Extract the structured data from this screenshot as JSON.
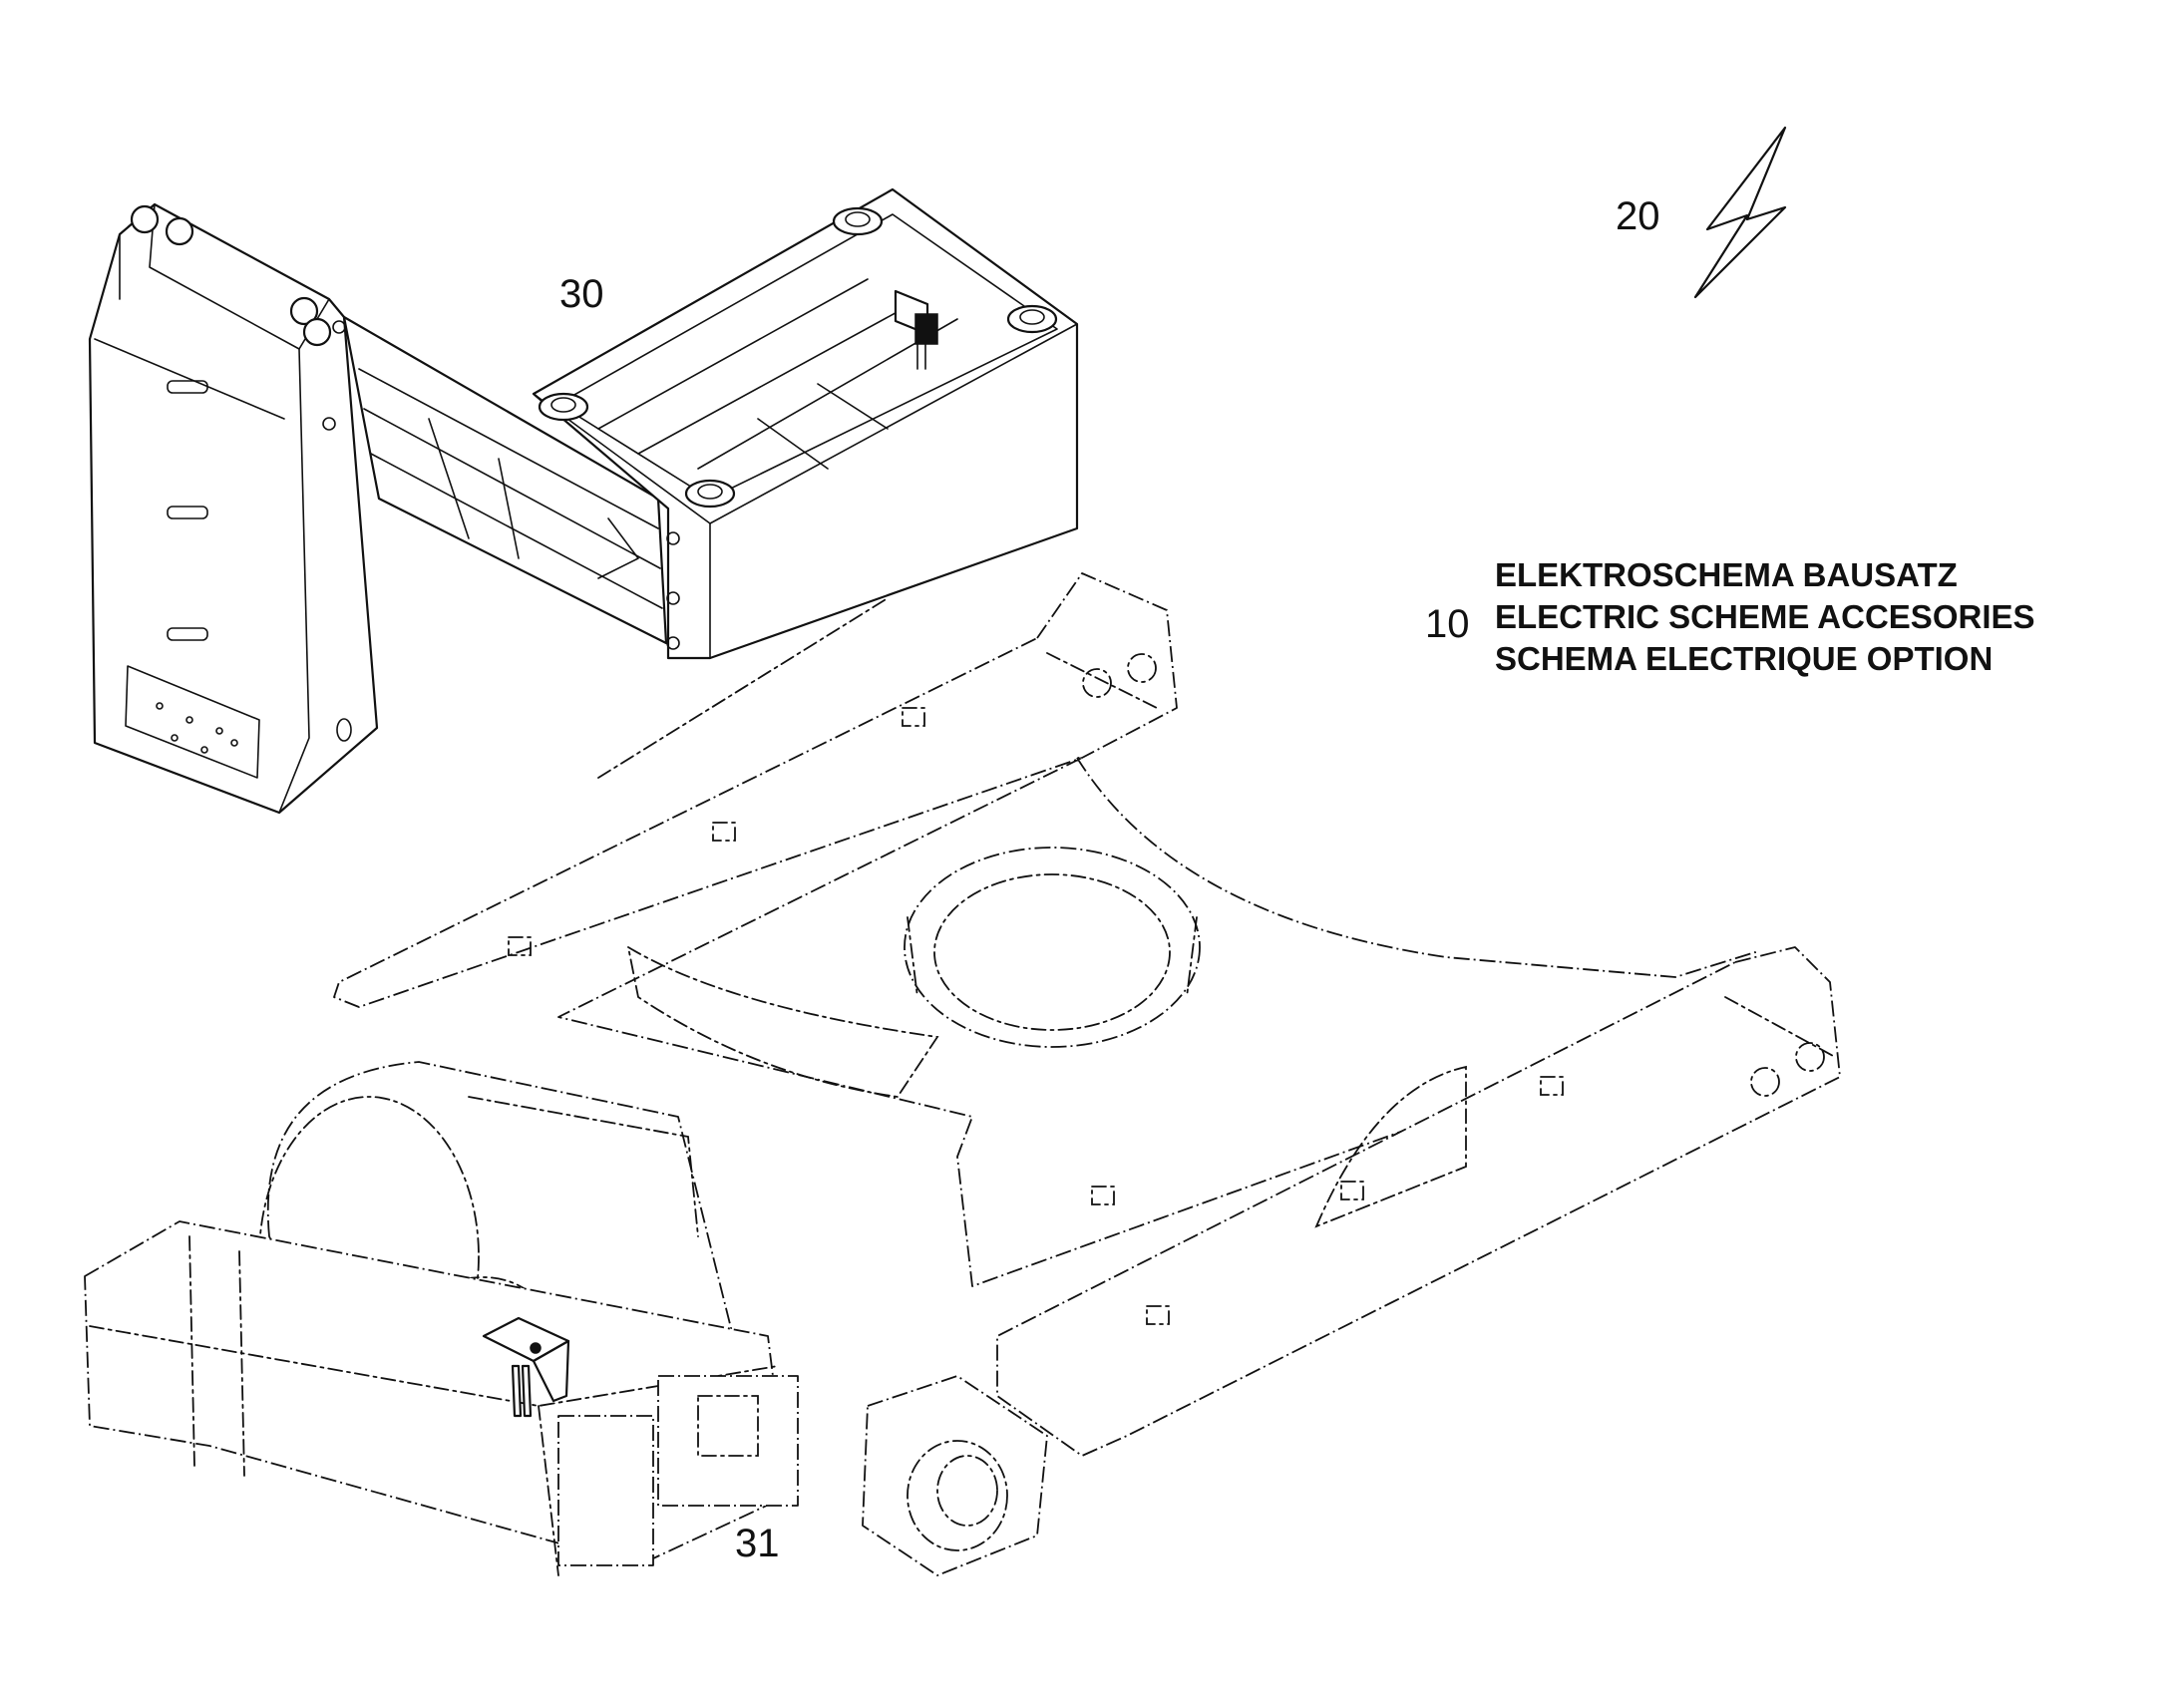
{
  "callouts": {
    "item_20": "20",
    "item_30": "30",
    "item_31": "31"
  },
  "title_block": {
    "item_number": "10",
    "line_de": "ELEKTROSCHEMA BAUSATZ",
    "line_en": "ELECTRIC SCHEME ACCESORIES",
    "line_fr": "SCHEMA ELECTRIQUE OPTION"
  },
  "icons": {
    "electric": "lightning-bolt-icon"
  },
  "colors": {
    "line": "#111111",
    "background": "#ffffff"
  }
}
